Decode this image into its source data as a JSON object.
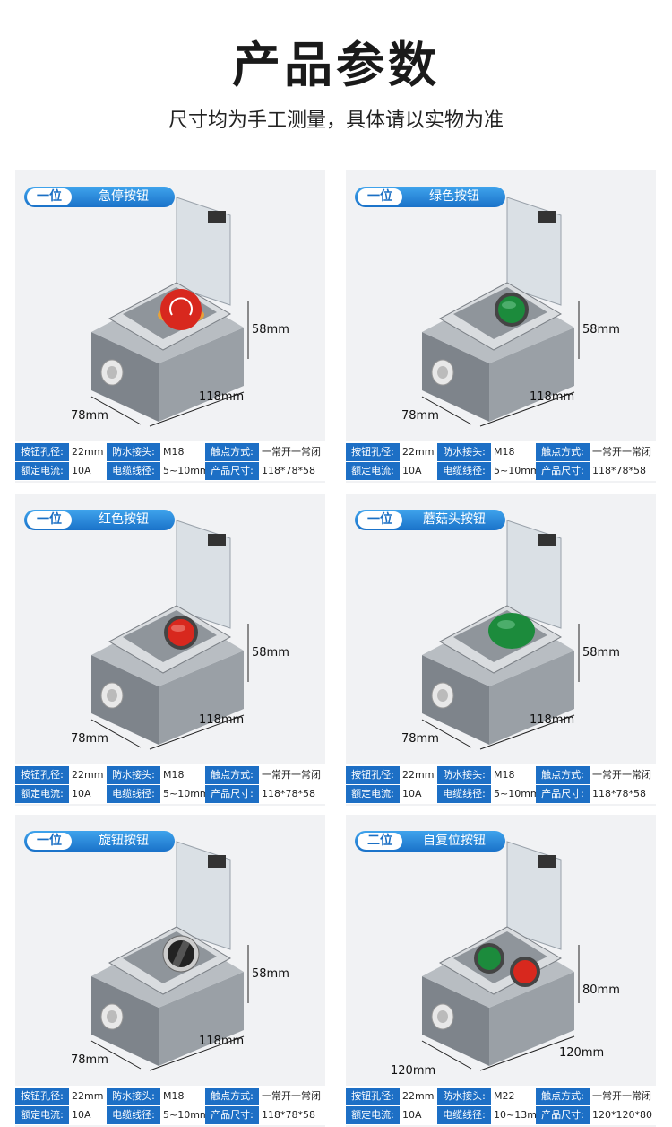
{
  "header": {
    "title": "产品参数",
    "subtitle": "尺寸均为手工测量，具体请以实物为准"
  },
  "colors": {
    "accent": "#1d6fc5",
    "housing": "#8e9399",
    "red": "#d8281e",
    "green": "#1c8b3c"
  },
  "spec_labels": {
    "hole": "按钮孔径:",
    "joint": "防水接头:",
    "contact": "触点方式:",
    "current": "额定电流:",
    "cable": "电缆线径:",
    "size": "产品尺寸:"
  },
  "cards": [
    {
      "level": "一位",
      "name": "急停按钮",
      "button": "mushroom-red-icon",
      "dims": {
        "h": "58mm",
        "l": "118mm",
        "w": "78mm"
      },
      "specs": {
        "hole": "22mm",
        "joint": "M18",
        "contact": "一常开一常闭",
        "current": "10A",
        "cable": "5~10mm",
        "size": "118*78*58"
      }
    },
    {
      "level": "一位",
      "name": "绿色按钮",
      "button": "flat-green-icon",
      "dims": {
        "h": "58mm",
        "l": "118mm",
        "w": "78mm"
      },
      "specs": {
        "hole": "22mm",
        "joint": "M18",
        "contact": "一常开一常闭",
        "current": "10A",
        "cable": "5~10mm",
        "size": "118*78*58"
      }
    },
    {
      "level": "一位",
      "name": "红色按钮",
      "button": "flat-red-icon",
      "dims": {
        "h": "58mm",
        "l": "118mm",
        "w": "78mm"
      },
      "specs": {
        "hole": "22mm",
        "joint": "M18",
        "contact": "一常开一常闭",
        "current": "10A",
        "cable": "5~10mm",
        "size": "118*78*58"
      }
    },
    {
      "level": "一位",
      "name": "蘑菇头按钮",
      "button": "mushroom-green-icon",
      "dims": {
        "h": "58mm",
        "l": "118mm",
        "w": "78mm"
      },
      "specs": {
        "hole": "22mm",
        "joint": "M18",
        "contact": "一常开一常闭",
        "current": "10A",
        "cable": "5~10mm",
        "size": "118*78*58"
      }
    },
    {
      "level": "一位",
      "name": "旋钮按钮",
      "button": "rotary-knob-icon",
      "dims": {
        "h": "58mm",
        "l": "118mm",
        "w": "78mm"
      },
      "specs": {
        "hole": "22mm",
        "joint": "M18",
        "contact": "一常开一常闭",
        "current": "10A",
        "cable": "5~10mm",
        "size": "118*78*58"
      }
    },
    {
      "level": "二位",
      "name": "自复位按钮",
      "button": "dual-green-red-icon",
      "dims": {
        "h": "80mm",
        "l": "120mm",
        "w": "120mm"
      },
      "specs": {
        "hole": "22mm",
        "joint": "M22",
        "contact": "一常开一常闭",
        "current": "10A",
        "cable": "10~13mm",
        "size": "120*120*80"
      }
    }
  ]
}
